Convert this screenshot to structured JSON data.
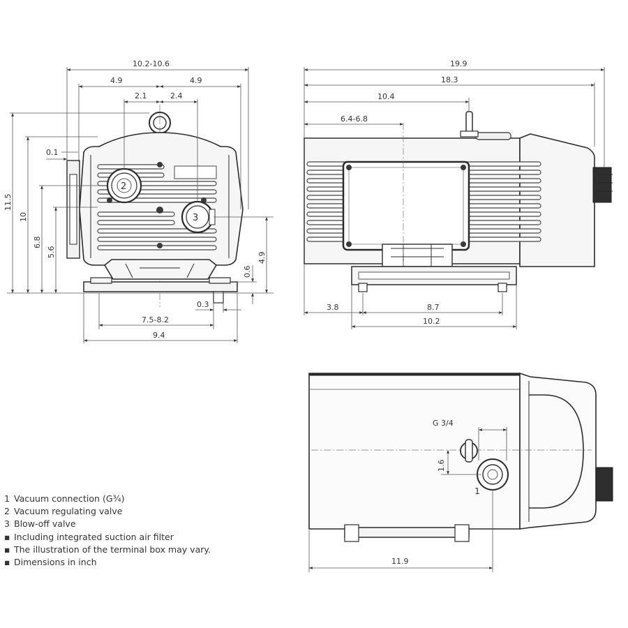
{
  "front_view": {
    "dims": {
      "overall_width": "10.2-10.6",
      "half_left": "4.9",
      "half_right": "4.9",
      "offset_left": "2.1",
      "offset_right": "2.4",
      "flange": "0.1",
      "height_total": "11.5",
      "height_body": "10",
      "height_conn": "6.8",
      "height_axis": "5.6",
      "height_valve": "4.9",
      "foot_height": "0.6",
      "foot_hole": "0.3",
      "foot_span": "7.5-8.2",
      "base_width": "9.4"
    },
    "markers": {
      "m2": "2",
      "m3": "3"
    }
  },
  "side_view": {
    "dims": {
      "overall_length": "19.9",
      "body_length": "18.3",
      "to_center": "10.4",
      "to_eye": "6.4-6.8",
      "front_offset": "3.8",
      "foot_span": "8.7",
      "base_length": "10.2"
    }
  },
  "top_view": {
    "dims": {
      "thread": "G 3/4",
      "offset": "1.6",
      "length": "11.9"
    },
    "markers": {
      "m1": "1"
    }
  },
  "legend": [
    {
      "key": "1",
      "text": "Vacuum connection (G¾)"
    },
    {
      "key": "2",
      "text": "Vacuum regulating valve"
    },
    {
      "key": "3",
      "text": "Blow-off valve"
    },
    {
      "key": "▪",
      "text": "Including integrated suction air filter"
    },
    {
      "key": "▪",
      "text": "The illustration of the terminal box may vary."
    },
    {
      "key": "▪",
      "text": "Dimensions in inch"
    }
  ]
}
